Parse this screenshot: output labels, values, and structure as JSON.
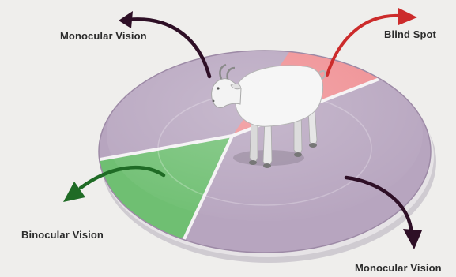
{
  "labels": {
    "monocular_top": "Monocular Vision",
    "blind_spot": "Blind Spot",
    "binocular": "Binocular Vision",
    "monocular_bottom": "Monocular Vision"
  },
  "colors": {
    "background": "#efeeec",
    "monocular_field": "#b7a5bf",
    "binocular_field": "#6fbf72",
    "blind_spot_field": "#ef8e92",
    "arrow_monocular": "#2e0f26",
    "arrow_binocular": "#1f6b25",
    "arrow_blind": "#cc2b2b"
  },
  "icons": {
    "animal": "goat-icon",
    "arrows": "curved-arrow-icon"
  }
}
